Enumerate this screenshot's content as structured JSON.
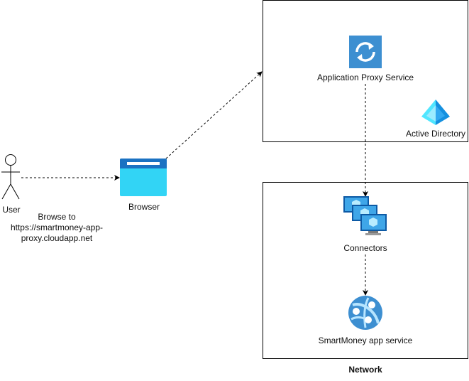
{
  "nodes": {
    "user": {
      "label": "User"
    },
    "browse_note": {
      "lines": [
        "Browse to",
        "https://smartmoney-app-",
        "proxy.cloudapp.net"
      ]
    },
    "browser": {
      "label": "Browser"
    },
    "app_proxy": {
      "label": "Application Proxy Service"
    },
    "active_directory": {
      "label": "Active Directory"
    },
    "connectors": {
      "label": "Connectors"
    },
    "app_service": {
      "label": "SmartMoney app service"
    }
  },
  "groups": {
    "network": {
      "label": "Network"
    }
  },
  "icons": {
    "user": "person-stick-figure-icon",
    "browser": "browser-window-icon",
    "app_proxy": "sync-arrows-icon",
    "active_directory": "pyramid-icon",
    "connectors": "stacked-monitors-icon",
    "app_service": "globe-app-service-icon"
  },
  "colors": {
    "azure_blue": "#3d8fd1",
    "browser_top": "#1b72c2",
    "browser_body": "#32d4f5",
    "connector_dark": "#0d5aa5",
    "connector_light": "#3fa6e8"
  }
}
